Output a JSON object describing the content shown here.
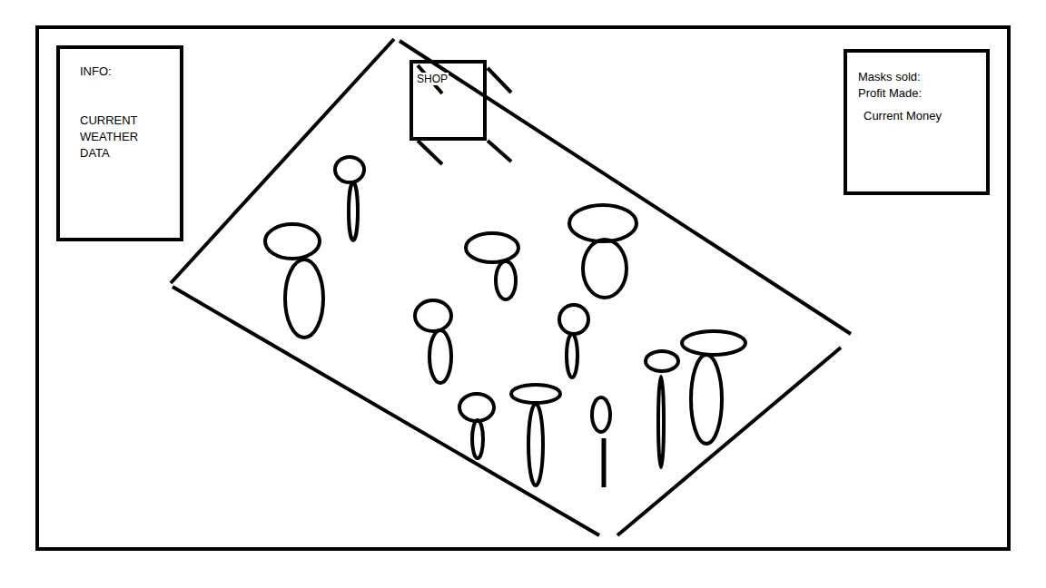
{
  "diagram": {
    "nodes": [
      {
        "text": [
          "INFO:",
          "CURRENT WEATHER DATA"
        ]
      },
      {
        "text": [
          "SHOP"
        ]
      },
      {
        "text": [
          "Masks sold:",
          "Profit Made:",
          "Current Money"
        ]
      }
    ]
  }
}
